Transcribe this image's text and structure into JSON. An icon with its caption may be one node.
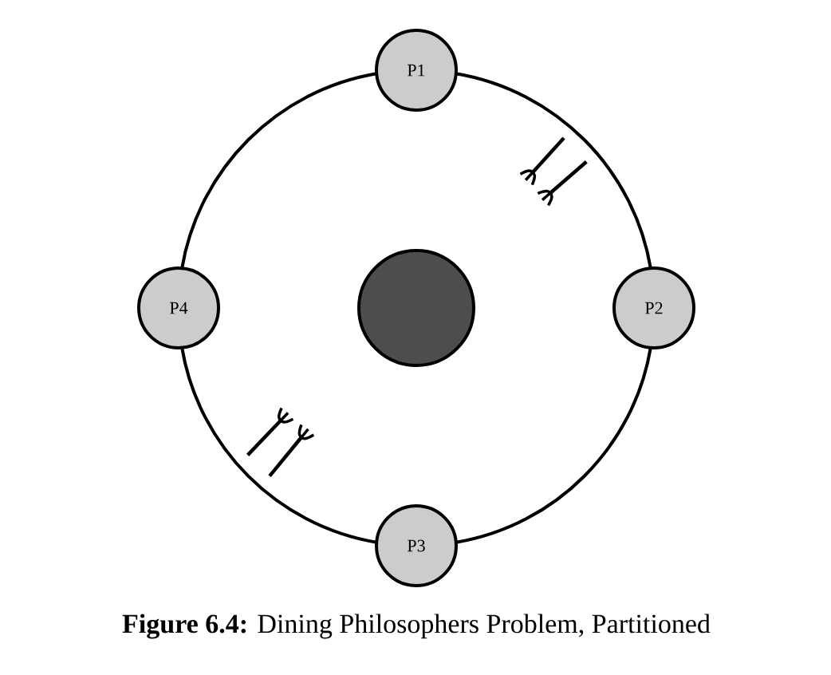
{
  "diagram": {
    "caption": "**Figure 6.4:** Dining Philosophers Problem, Partitioned",
    "nodes": [
      {
        "text": [
          "P1"
        ]
      },
      {
        "text": [
          "P2"
        ]
      },
      {
        "text": [
          "P3"
        ]
      },
      {
        "text": [
          "P4"
        ]
      },
      {
        "text": [],
        "shape": "circle"
      }
    ],
    "edges": [
      {
        "from": 0,
        "to": 1,
        "arrow": "none"
      },
      {
        "from": 1,
        "to": 2,
        "arrow": "none"
      },
      {
        "from": 2,
        "to": 3,
        "arrow": "none"
      },
      {
        "from": 3,
        "to": 0,
        "arrow": "none"
      }
    ]
  }
}
